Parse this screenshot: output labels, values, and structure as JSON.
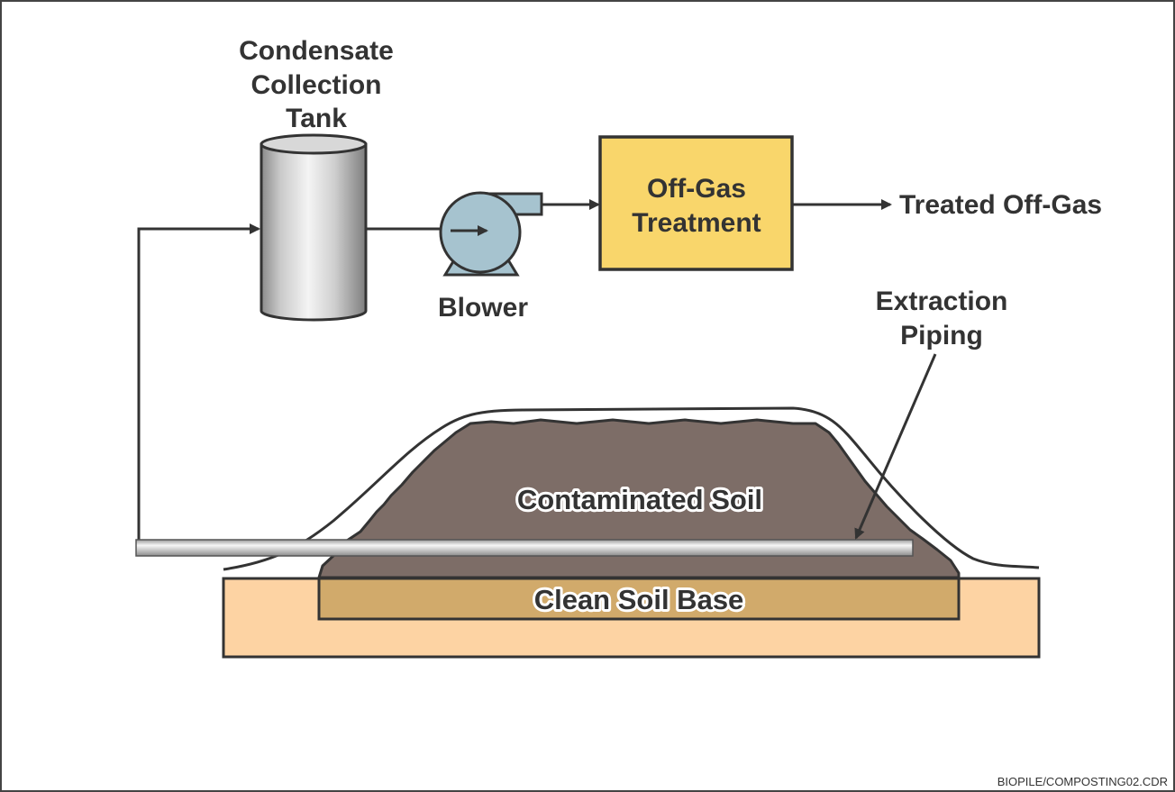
{
  "diagram": {
    "labels": {
      "tank_line1": "Condensate",
      "tank_line2": "Collection",
      "tank_line3": "Tank",
      "blower": "Blower",
      "treatment_line1": "Off-Gas",
      "treatment_line2": "Treatment",
      "treated": "Treated Off-Gas",
      "piping_line1": "Extraction",
      "piping_line2": "Piping",
      "soil": "Contaminated Soil",
      "base": "Clean Soil Base"
    },
    "file_code": "BIOPILE/COMPOSTING02.CDR",
    "colors": {
      "line": "#333333",
      "treatment_fill": "#f9d66b",
      "blower_fill": "#a6c3cf",
      "soil_fill": "#7d6d67",
      "base_fill": "#d1aa6b",
      "ground_fill": "#fdd3a3",
      "pipe_fill": "#d9d9d9"
    },
    "icons": [
      "cylinder-tank-icon",
      "blower-pump-icon",
      "flow-arrow-icon"
    ]
  }
}
